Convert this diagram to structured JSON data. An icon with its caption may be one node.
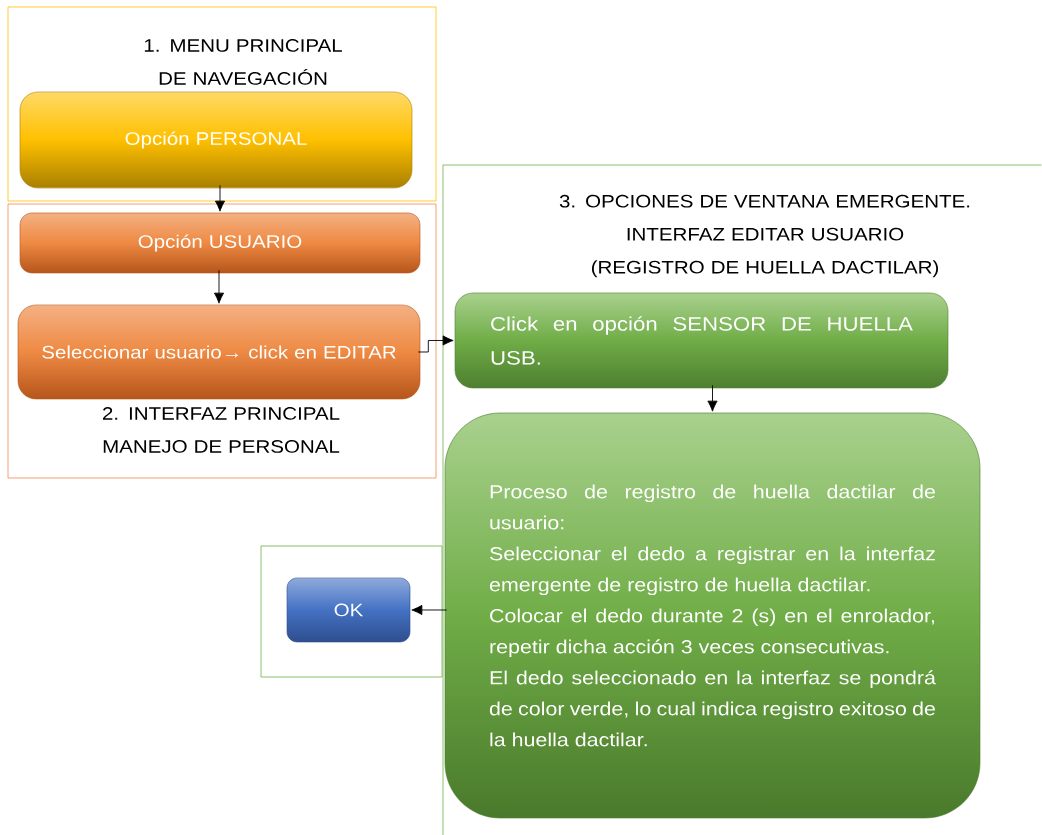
{
  "diagram": {
    "nodes": [
      {
        "text": [
          "1. MENU PRINCIPAL DE NAVEGACIÓN"
        ]
      },
      {
        "text": [
          "Opción PERSONAL"
        ],
        "in": 0
      },
      {
        "text": [
          "2. INTERFAZ PRINCIPAL MANEJO DE PERSONAL"
        ]
      },
      {
        "text": [
          "Opción USUARIO"
        ],
        "in": 2
      },
      {
        "text": [
          "Seleccionar usuario→ click en EDITAR"
        ],
        "in": 2
      },
      {
        "text": [
          "3. OPCIONES DE VENTANA EMERGENTE. INTERFAZ EDITAR USUARIO (REGISTRO DE HUELLA DACTILAR)"
        ]
      },
      {
        "text": [
          "Click en opción SENSOR DE HUELLA USB."
        ],
        "in": 5
      },
      {
        "text": [
          "Proceso de registro de huella dactilar de usuario:",
          "Seleccionar el dedo a registrar en la interfaz emergente de registro de huella dactilar.",
          "Colocar el dedo durante 2 (s) en el enrolador, repetir dicha acción 3 veces consecutivas.",
          "El dedo seleccionado en la interfaz se pondrá de color verde, lo cual indica registro exitoso de la huella dactilar."
        ],
        "in": 5
      },
      {
        "text": [],
        "shape": "box"
      },
      {
        "text": [
          "OK"
        ],
        "in": 8
      }
    ],
    "edges": [
      {
        "from": 1,
        "to": 3,
        "arrow": "to"
      },
      {
        "from": 3,
        "to": 4,
        "arrow": "to"
      },
      {
        "from": 4,
        "to": 6,
        "arrow": "to"
      },
      {
        "from": 6,
        "to": 7,
        "arrow": "to"
      },
      {
        "from": 7,
        "to": 9,
        "arrow": "to"
      }
    ]
  }
}
